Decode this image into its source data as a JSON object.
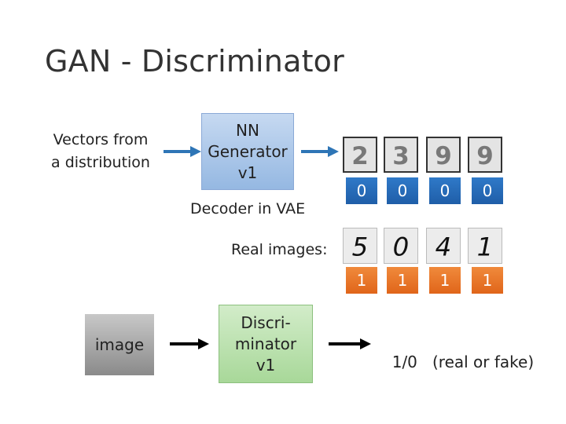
{
  "title": "GAN - Discriminator",
  "input_label": "Vectors from a distribution",
  "generator": {
    "line1": "NN",
    "line2": "Generator",
    "line3": "v1",
    "caption": "Decoder in VAE"
  },
  "generated_digits": [
    "2",
    "3",
    "9",
    "9"
  ],
  "fake_labels": [
    "0",
    "0",
    "0",
    "0"
  ],
  "real_caption": "Real images:",
  "real_digits": [
    "5",
    "0",
    "4",
    "1"
  ],
  "real_labels": [
    "1",
    "1",
    "1",
    "1"
  ],
  "image_box": "image",
  "discriminator": {
    "line1": "Discri-",
    "line2": "minator",
    "line3": "v1"
  },
  "output": "1/0   (real or fake)",
  "colors": {
    "arrow_blue": "#2e75b6",
    "label_blue": "#2f79c8",
    "label_orange": "#ed7d31",
    "generator_fill": "#9dc3e6",
    "discriminator_fill": "#a9d18e",
    "image_fill": "#a6a6a6"
  }
}
